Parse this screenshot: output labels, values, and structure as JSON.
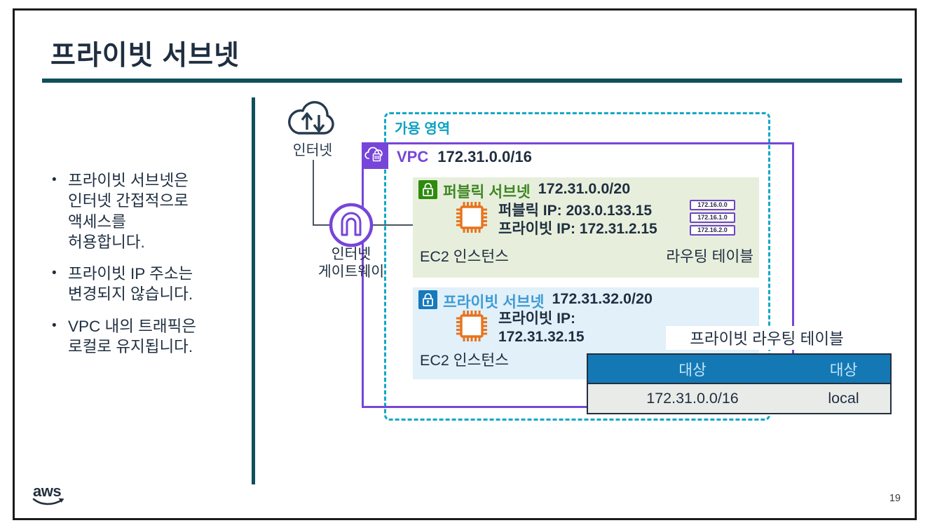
{
  "slide": {
    "title": "프라이빗 서브넷",
    "page_number": "19",
    "logo_text": "aws"
  },
  "bullets": [
    {
      "lines": [
        "프라이빗 서브넷은",
        "인터넷 간접적으로",
        "액세스를",
        "허용합니다."
      ]
    },
    {
      "lines": [
        "프라이빗 IP 주소는",
        "변경되지 않습니다."
      ]
    },
    {
      "lines": [
        "VPC 내의 트래픽은",
        "로컬로 유지됩니다."
      ]
    }
  ],
  "diagram": {
    "internet": {
      "label": "인터넷"
    },
    "internet_gateway": {
      "label_line1": "인터넷",
      "label_line2": "게이트웨이"
    },
    "availability_zone": {
      "label": "가용 영역"
    },
    "vpc": {
      "label": "VPC",
      "cidr": "172.31.0.0/16"
    },
    "public_subnet": {
      "label": "퍼블릭 서브넷",
      "cidr": "172.31.0.0/20",
      "public_ip_line": "퍼블릭 IP: 203.0.133.15",
      "private_ip_line": "프라이빗 IP: 172.31.2.15",
      "instance_label": "EC2 인스턴스",
      "route_table_label": "라우팅 테이블",
      "route_table_rows": [
        "172.16.0.0",
        "172.16.1.0",
        "172.16.2.0"
      ]
    },
    "private_subnet": {
      "label": "프라이빗 서브넷",
      "cidr": "172.31.32.0/20",
      "private_ip_label": "프라이빗 IP:",
      "private_ip_value": "172.31.32.15",
      "instance_label": "EC2 인스턴스"
    },
    "private_route_table": {
      "title": "프라이빗 라우팅 테이블",
      "headers": [
        "대상",
        "대상"
      ],
      "rows": [
        [
          "172.31.0.0/16",
          "local"
        ]
      ]
    }
  },
  "colors": {
    "teal_rule": "#0E4F5D",
    "az_dashed": "#12A7C6",
    "az_label": "#0CA2C2",
    "vpc_purple": "#7745D9",
    "public_green_bg": "#E7EFDC",
    "public_green_icon": "#2E8B0E",
    "public_green_text": "#3F8624",
    "private_blue_bg": "#E1F0F9",
    "private_blue_icon": "#1779BC",
    "private_blue_text": "#3E9BD5",
    "ec2_orange": "#E8731F",
    "table_header_blue": "#1478B5",
    "table_row_gray": "#E9EBE8",
    "text_navy": "#1F2E40"
  }
}
